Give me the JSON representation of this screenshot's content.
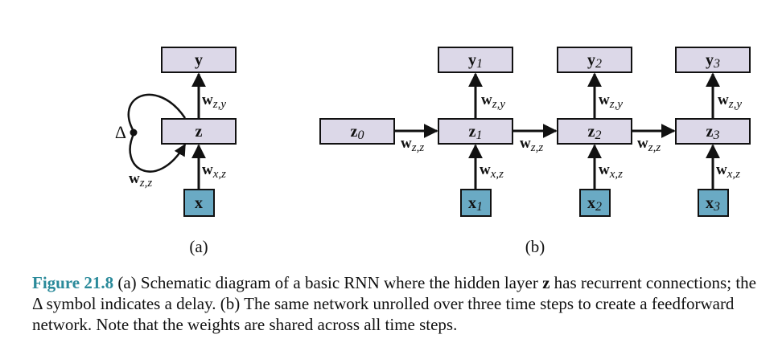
{
  "colors": {
    "hidden_fill": "#dcd8e8",
    "input_fill": "#6aaac4",
    "caption_label": "#2a8a9a"
  },
  "panel_a": {
    "label": "(a)",
    "nodes": {
      "y": {
        "main": "y",
        "sub": ""
      },
      "z": {
        "main": "z",
        "sub": ""
      },
      "x": {
        "main": "x",
        "sub": ""
      }
    },
    "delta": "Δ",
    "weights": {
      "zy": {
        "main": "w",
        "sub": "z,y"
      },
      "xz": {
        "main": "w",
        "sub": "x,z"
      },
      "zz": {
        "main": "w",
        "sub": "z,z"
      }
    }
  },
  "panel_b": {
    "label": "(b)",
    "nodes": {
      "z0": {
        "main": "z",
        "sub": "0"
      },
      "y1": {
        "main": "y",
        "sub": "1"
      },
      "y2": {
        "main": "y",
        "sub": "2"
      },
      "y3": {
        "main": "y",
        "sub": "3"
      },
      "z1": {
        "main": "z",
        "sub": "1"
      },
      "z2": {
        "main": "z",
        "sub": "2"
      },
      "z3": {
        "main": "z",
        "sub": "3"
      },
      "x1": {
        "main": "x",
        "sub": "1"
      },
      "x2": {
        "main": "x",
        "sub": "2"
      },
      "x3": {
        "main": "x",
        "sub": "3"
      }
    },
    "weights": {
      "zy1": {
        "main": "w",
        "sub": "z,y"
      },
      "zy2": {
        "main": "w",
        "sub": "z,y"
      },
      "zy3": {
        "main": "w",
        "sub": "z,y"
      },
      "xz1": {
        "main": "w",
        "sub": "x,z"
      },
      "xz2": {
        "main": "w",
        "sub": "x,z"
      },
      "xz3": {
        "main": "w",
        "sub": "x,z"
      },
      "zz1": {
        "main": "w",
        "sub": "z,z"
      },
      "zz2": {
        "main": "w",
        "sub": "z,z"
      },
      "zz3": {
        "main": "w",
        "sub": "z,z"
      }
    }
  },
  "caption": {
    "label": "Figure 21.8",
    "text_1": " (a) Schematic diagram of a basic RNN where the hidden layer ",
    "bold_z": "z",
    "text_2": " has recurrent connections; the Δ symbol indicates a delay. (b) The same network unrolled over three time steps to create a feedforward network. Note that the weights are shared across all time steps."
  }
}
